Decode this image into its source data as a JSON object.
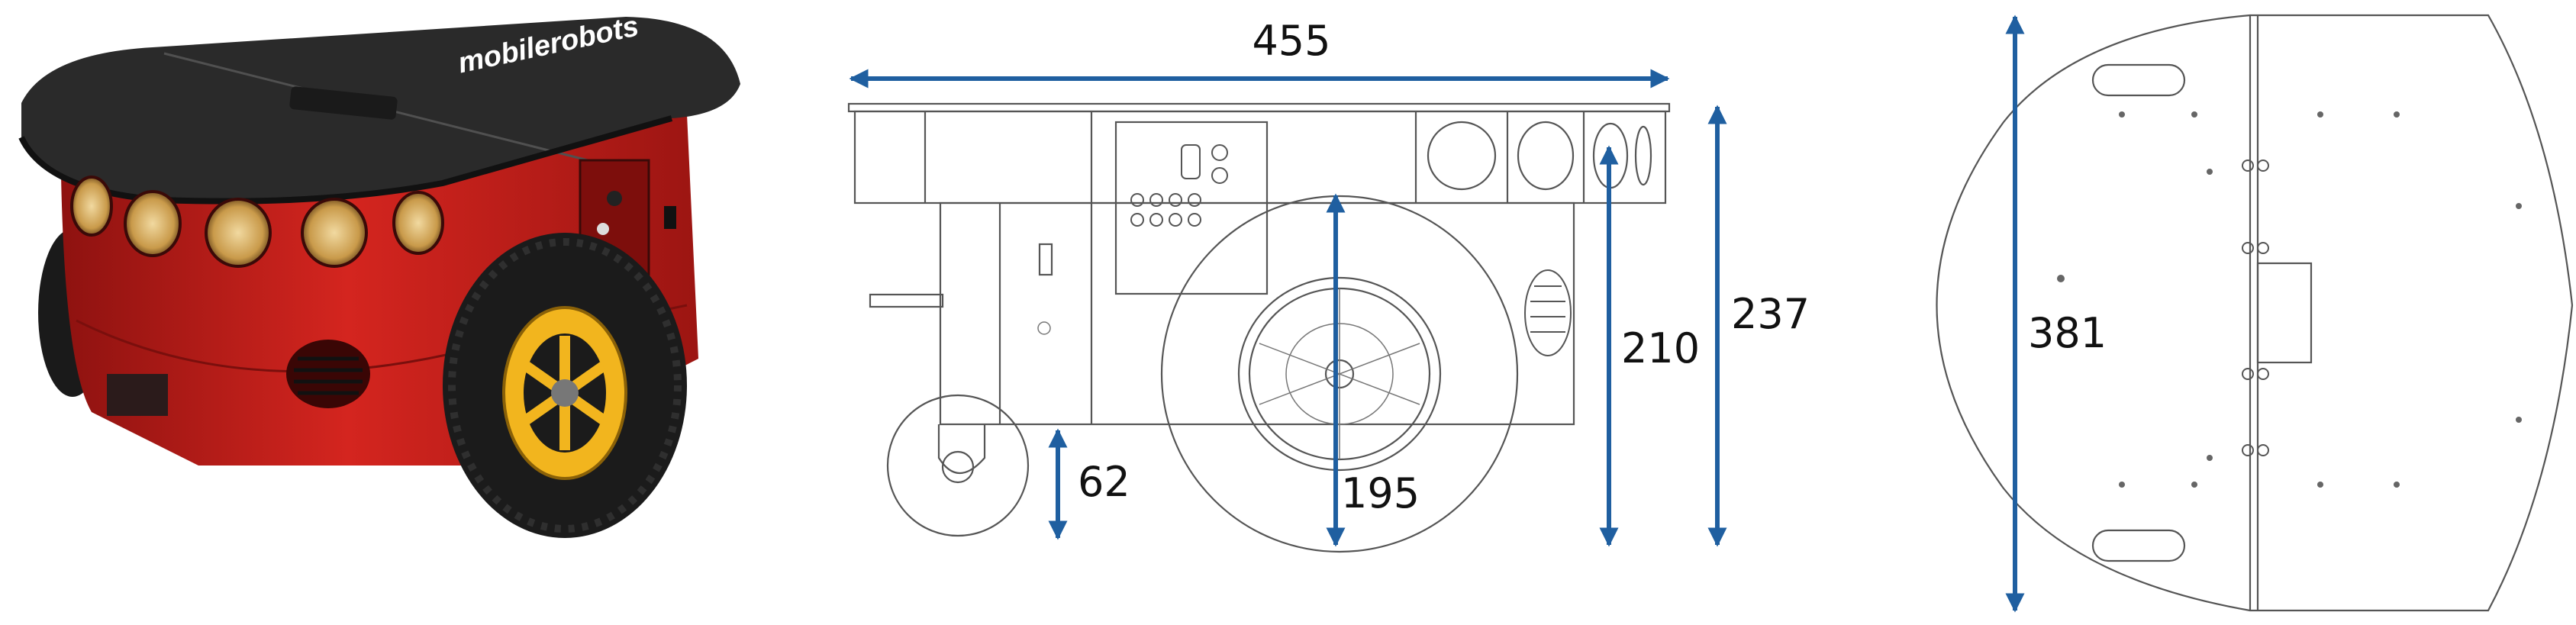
{
  "figure": {
    "colors": {
      "dimension_arrow": "#1f5fa0",
      "robot_body": "#c0201c",
      "robot_top": "#2a2a2a",
      "wheel_hub": "#f2b51e",
      "tire": "#1a1a1a",
      "drawing_line": "#555555"
    },
    "photo": {
      "logo_text": "mobilerobots"
    },
    "side_view": {
      "dimensions": {
        "overall_length": "455",
        "deck_height": "237",
        "top_height": "210",
        "wheel_diameter": "195",
        "caster_height": "62"
      }
    },
    "top_view": {
      "dimensions": {
        "overall_width": "381"
      }
    }
  }
}
